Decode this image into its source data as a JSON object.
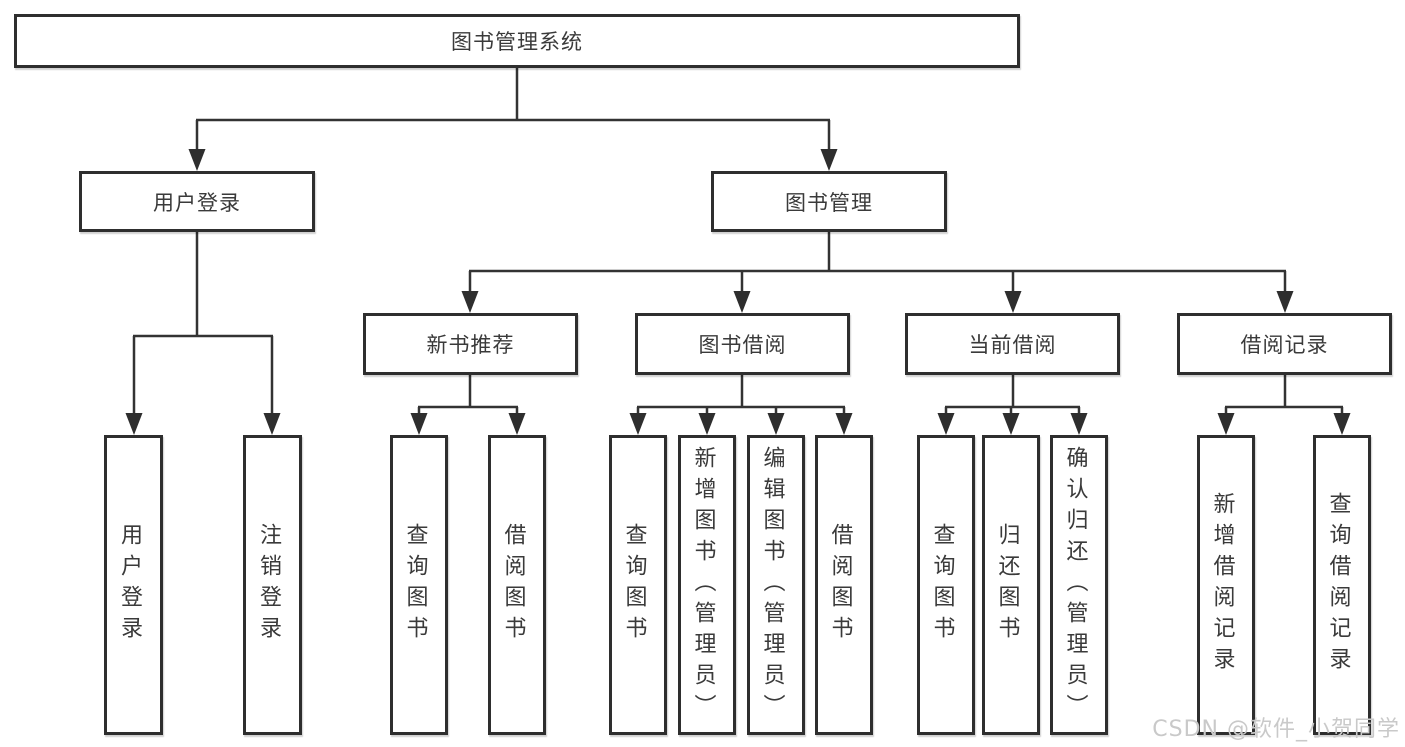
{
  "diagram": {
    "root": {
      "label": "图书管理系统"
    },
    "level2": [
      {
        "label": "用户登录"
      },
      {
        "label": "图书管理"
      }
    ],
    "level3": [
      {
        "label": "新书推荐"
      },
      {
        "label": "图书借阅"
      },
      {
        "label": "当前借阅"
      },
      {
        "label": "借阅记录"
      }
    ],
    "leaves": {
      "user_login": [
        {
          "label": "用户登录"
        },
        {
          "label": "注销登录"
        }
      ],
      "new_books": [
        {
          "label": "查询图书"
        },
        {
          "label": "借阅图书"
        }
      ],
      "book_borrow": [
        {
          "label": "查询图书"
        },
        {
          "label": "新增图书（管理员）"
        },
        {
          "label": "编辑图书（管理员）"
        },
        {
          "label": "借阅图书"
        }
      ],
      "current_borrow": [
        {
          "label": "查询图书"
        },
        {
          "label": "归还图书"
        },
        {
          "label": "确认归还（管理员）"
        }
      ],
      "borrow_records": [
        {
          "label": "新增借阅记录"
        },
        {
          "label": "查询借阅记录"
        }
      ]
    }
  },
  "watermark": {
    "text": "CSDN @软件_小贺同学"
  },
  "colors": {
    "background": "#ffffff",
    "box_border": "#2e2e2e",
    "line": "#333333",
    "text": "#3a3a3a",
    "watermark": "#c9c9c9"
  }
}
